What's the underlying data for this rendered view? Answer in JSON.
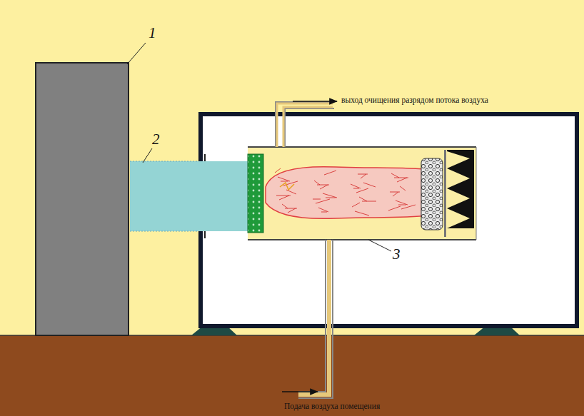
{
  "diagram": {
    "labels": [
      "1",
      "2",
      "3",
      "выход очищения разрядом потока воздуха",
      "Подача воздуха помещения"
    ]
  }
}
